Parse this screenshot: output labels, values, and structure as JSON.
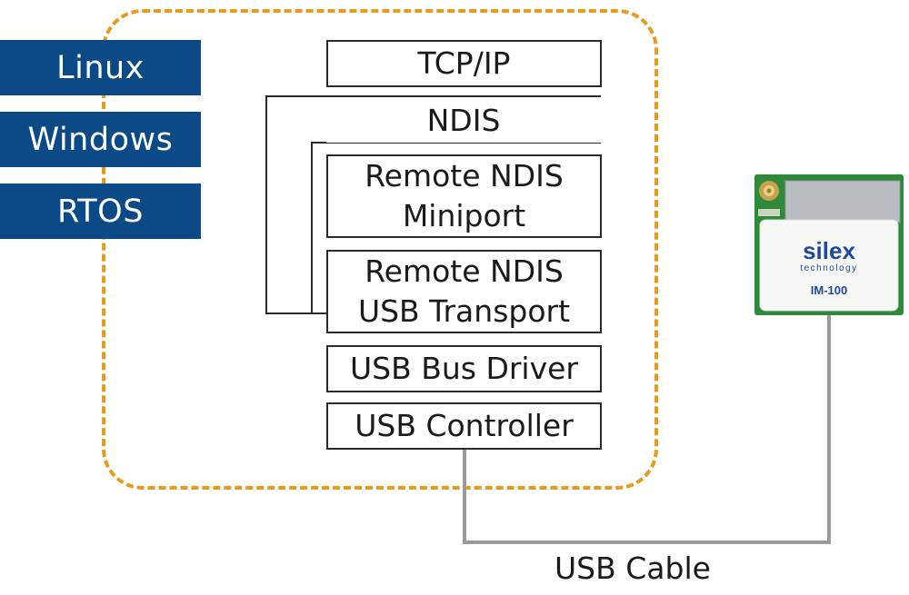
{
  "os_list": [
    "Linux",
    "Windows",
    "RTOS"
  ],
  "stack": {
    "tcpip": "TCP/IP",
    "ndis": "NDIS",
    "rndis_miniport": [
      "Remote NDIS",
      "Miniport"
    ],
    "rndis_usb": [
      "Remote NDIS",
      "USB Transport"
    ],
    "usb_bus_driver": "USB Bus Driver",
    "usb_controller": "USB Controller"
  },
  "module": {
    "brand": "silex",
    "brand_sub": "technology",
    "model": "IM-100"
  },
  "cable_label": "USB Cable",
  "colors": {
    "os_tab": "#0b4a86",
    "dashed_border": "#e89b1b",
    "module_pcb": "#2e8a3a",
    "brand_blue": "#1f4a9a",
    "cable": "#9a9a9a"
  }
}
